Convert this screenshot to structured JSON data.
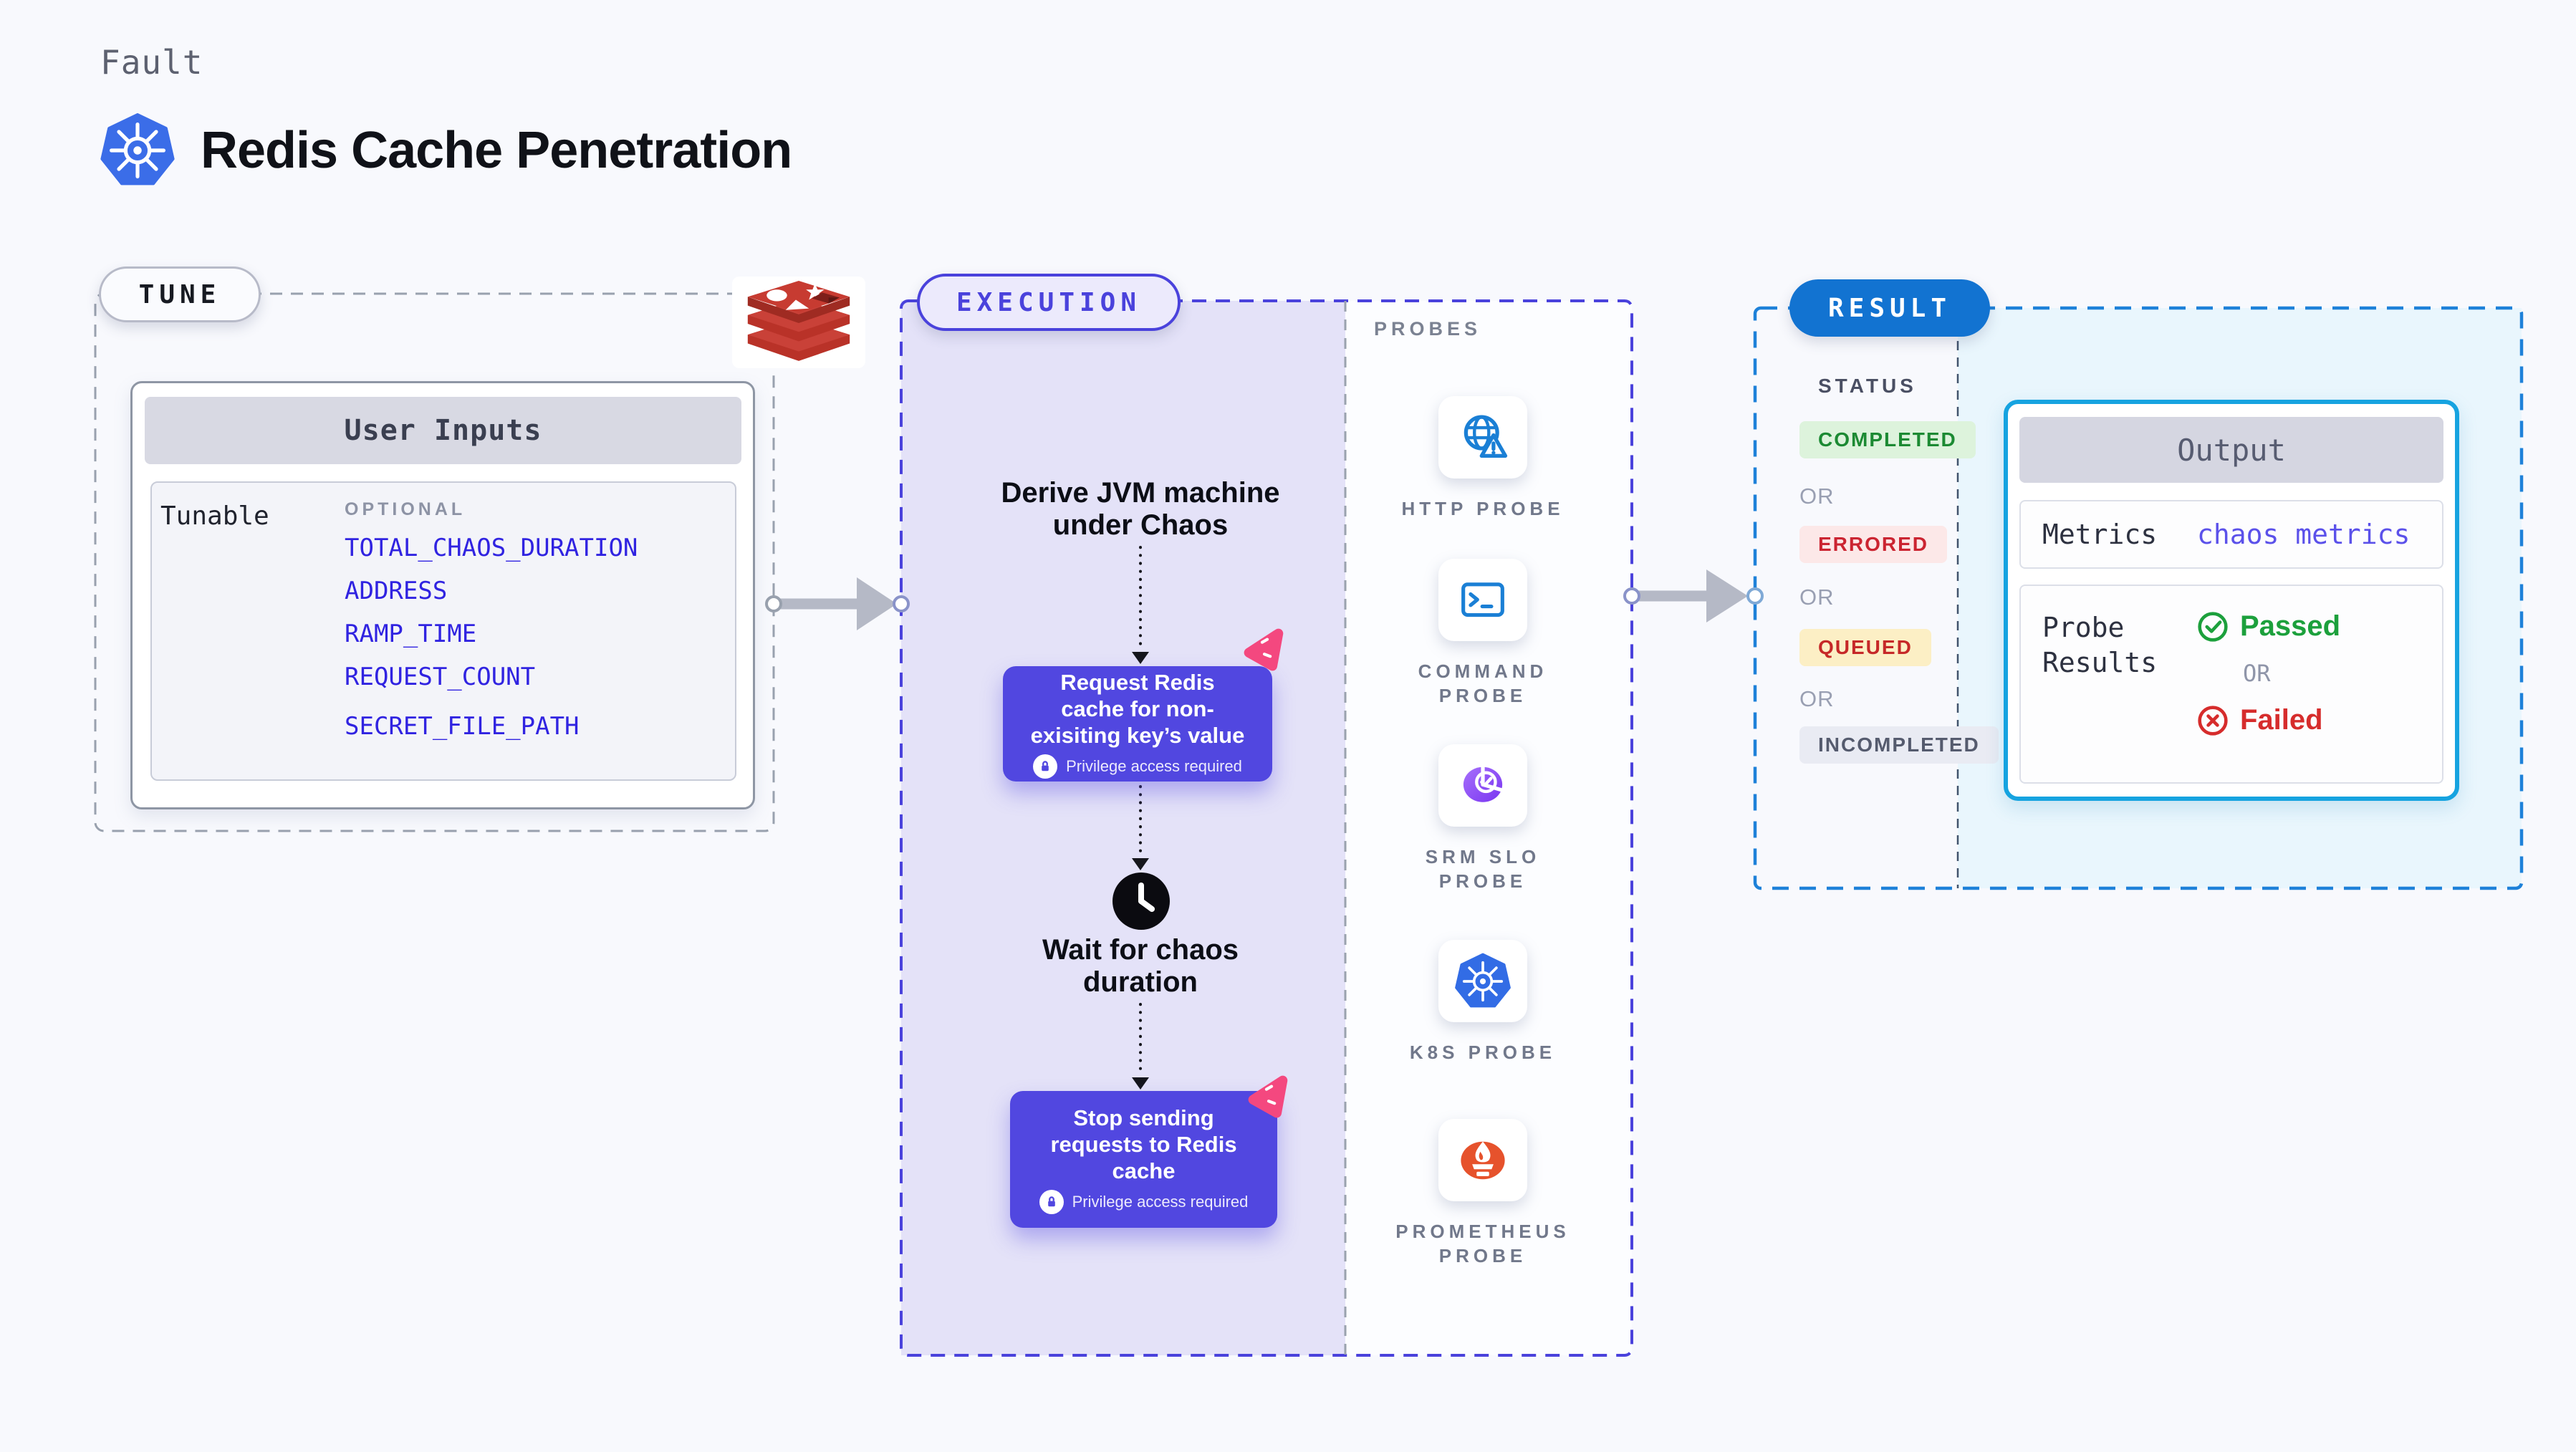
{
  "page": {
    "kicker": "Fault",
    "title": "Redis Cache Penetration"
  },
  "tune": {
    "badge": "TUNE",
    "card_title": "User Inputs",
    "row_label": "Tunable",
    "optional_label": "OPTIONAL",
    "env_vars": [
      "TOTAL_CHAOS_DURATION",
      "ADDRESS",
      "RAMP_TIME",
      "REQUEST_COUNT",
      "SECRET_FILE_PATH"
    ],
    "link_color": "#3023e1"
  },
  "execution": {
    "badge": "EXECUTION",
    "derive_label": "Derive JVM machine\nunder Chaos",
    "step1_label": "Request Redis\ncache for non-\nexisiting key’s value",
    "privilege_label": "Privilege access required",
    "wait_label": "Wait for chaos\nduration",
    "step2_label": "Stop sending\nrequests to Redis\ncache",
    "accent_color": "#4a42dc",
    "step_color": "#5147e0"
  },
  "probes": {
    "label": "PROBES",
    "items": [
      {
        "name": "HTTP PROBE",
        "icon": "http-probe-icon"
      },
      {
        "name": "COMMAND\nPROBE",
        "icon": "command-probe-icon"
      },
      {
        "name": "SRM SLO\nPROBE",
        "icon": "srm-slo-probe-icon"
      },
      {
        "name": "K8S PROBE",
        "icon": "k8s-probe-icon"
      },
      {
        "name": "PROMETHEUS\nPROBE",
        "icon": "prometheus-probe-icon"
      }
    ]
  },
  "result": {
    "badge": "RESULT",
    "badge_color": "#1273d1",
    "status_label": "STATUS",
    "or_label": "OR",
    "statuses": [
      {
        "label": "COMPLETED",
        "fg": "#1c8a33",
        "bg": "#ddf3dc"
      },
      {
        "label": "ERRORED",
        "fg": "#cb2431",
        "bg": "#fce8e8"
      },
      {
        "label": "QUEUED",
        "fg": "#c62828",
        "bg": "#fcefc5"
      },
      {
        "label": "INCOMPLETED",
        "fg": "#555b6e",
        "bg": "#e9ebf3"
      }
    ],
    "output": {
      "title": "Output",
      "metrics_label": "Metrics",
      "metrics_value": "chaos metrics",
      "probe_results_label": "Probe Results",
      "passed_label": "Passed",
      "failed_label": "Failed",
      "passed_color": "#1ca03c",
      "failed_color": "#d62c2c"
    }
  }
}
